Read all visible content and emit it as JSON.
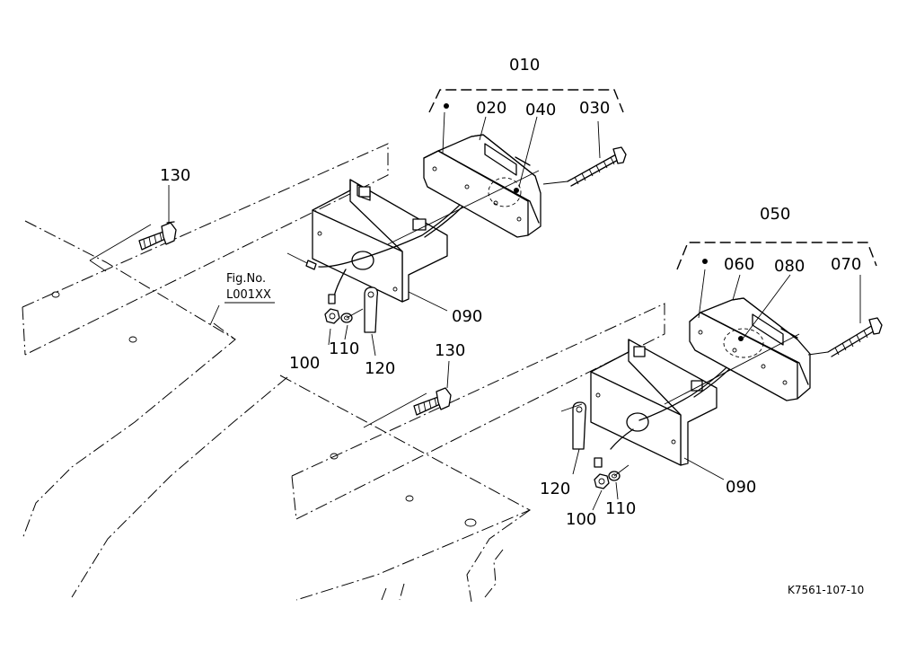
{
  "drawing_code": "K7561-107-10",
  "reference": {
    "line1": "Fig.No.",
    "line2": "L001XX"
  },
  "callouts": {
    "c010": "010",
    "c020": "020",
    "c030": "030",
    "c040": "040",
    "c050": "050",
    "c060": "060",
    "c070": "070",
    "c080": "080",
    "c090a": "090",
    "c090b": "090",
    "c100a": "100",
    "c100b": "100",
    "c110a": "110",
    "c110b": "110",
    "c120a": "120",
    "c120b": "120",
    "c130a": "130",
    "c130b": "130"
  }
}
